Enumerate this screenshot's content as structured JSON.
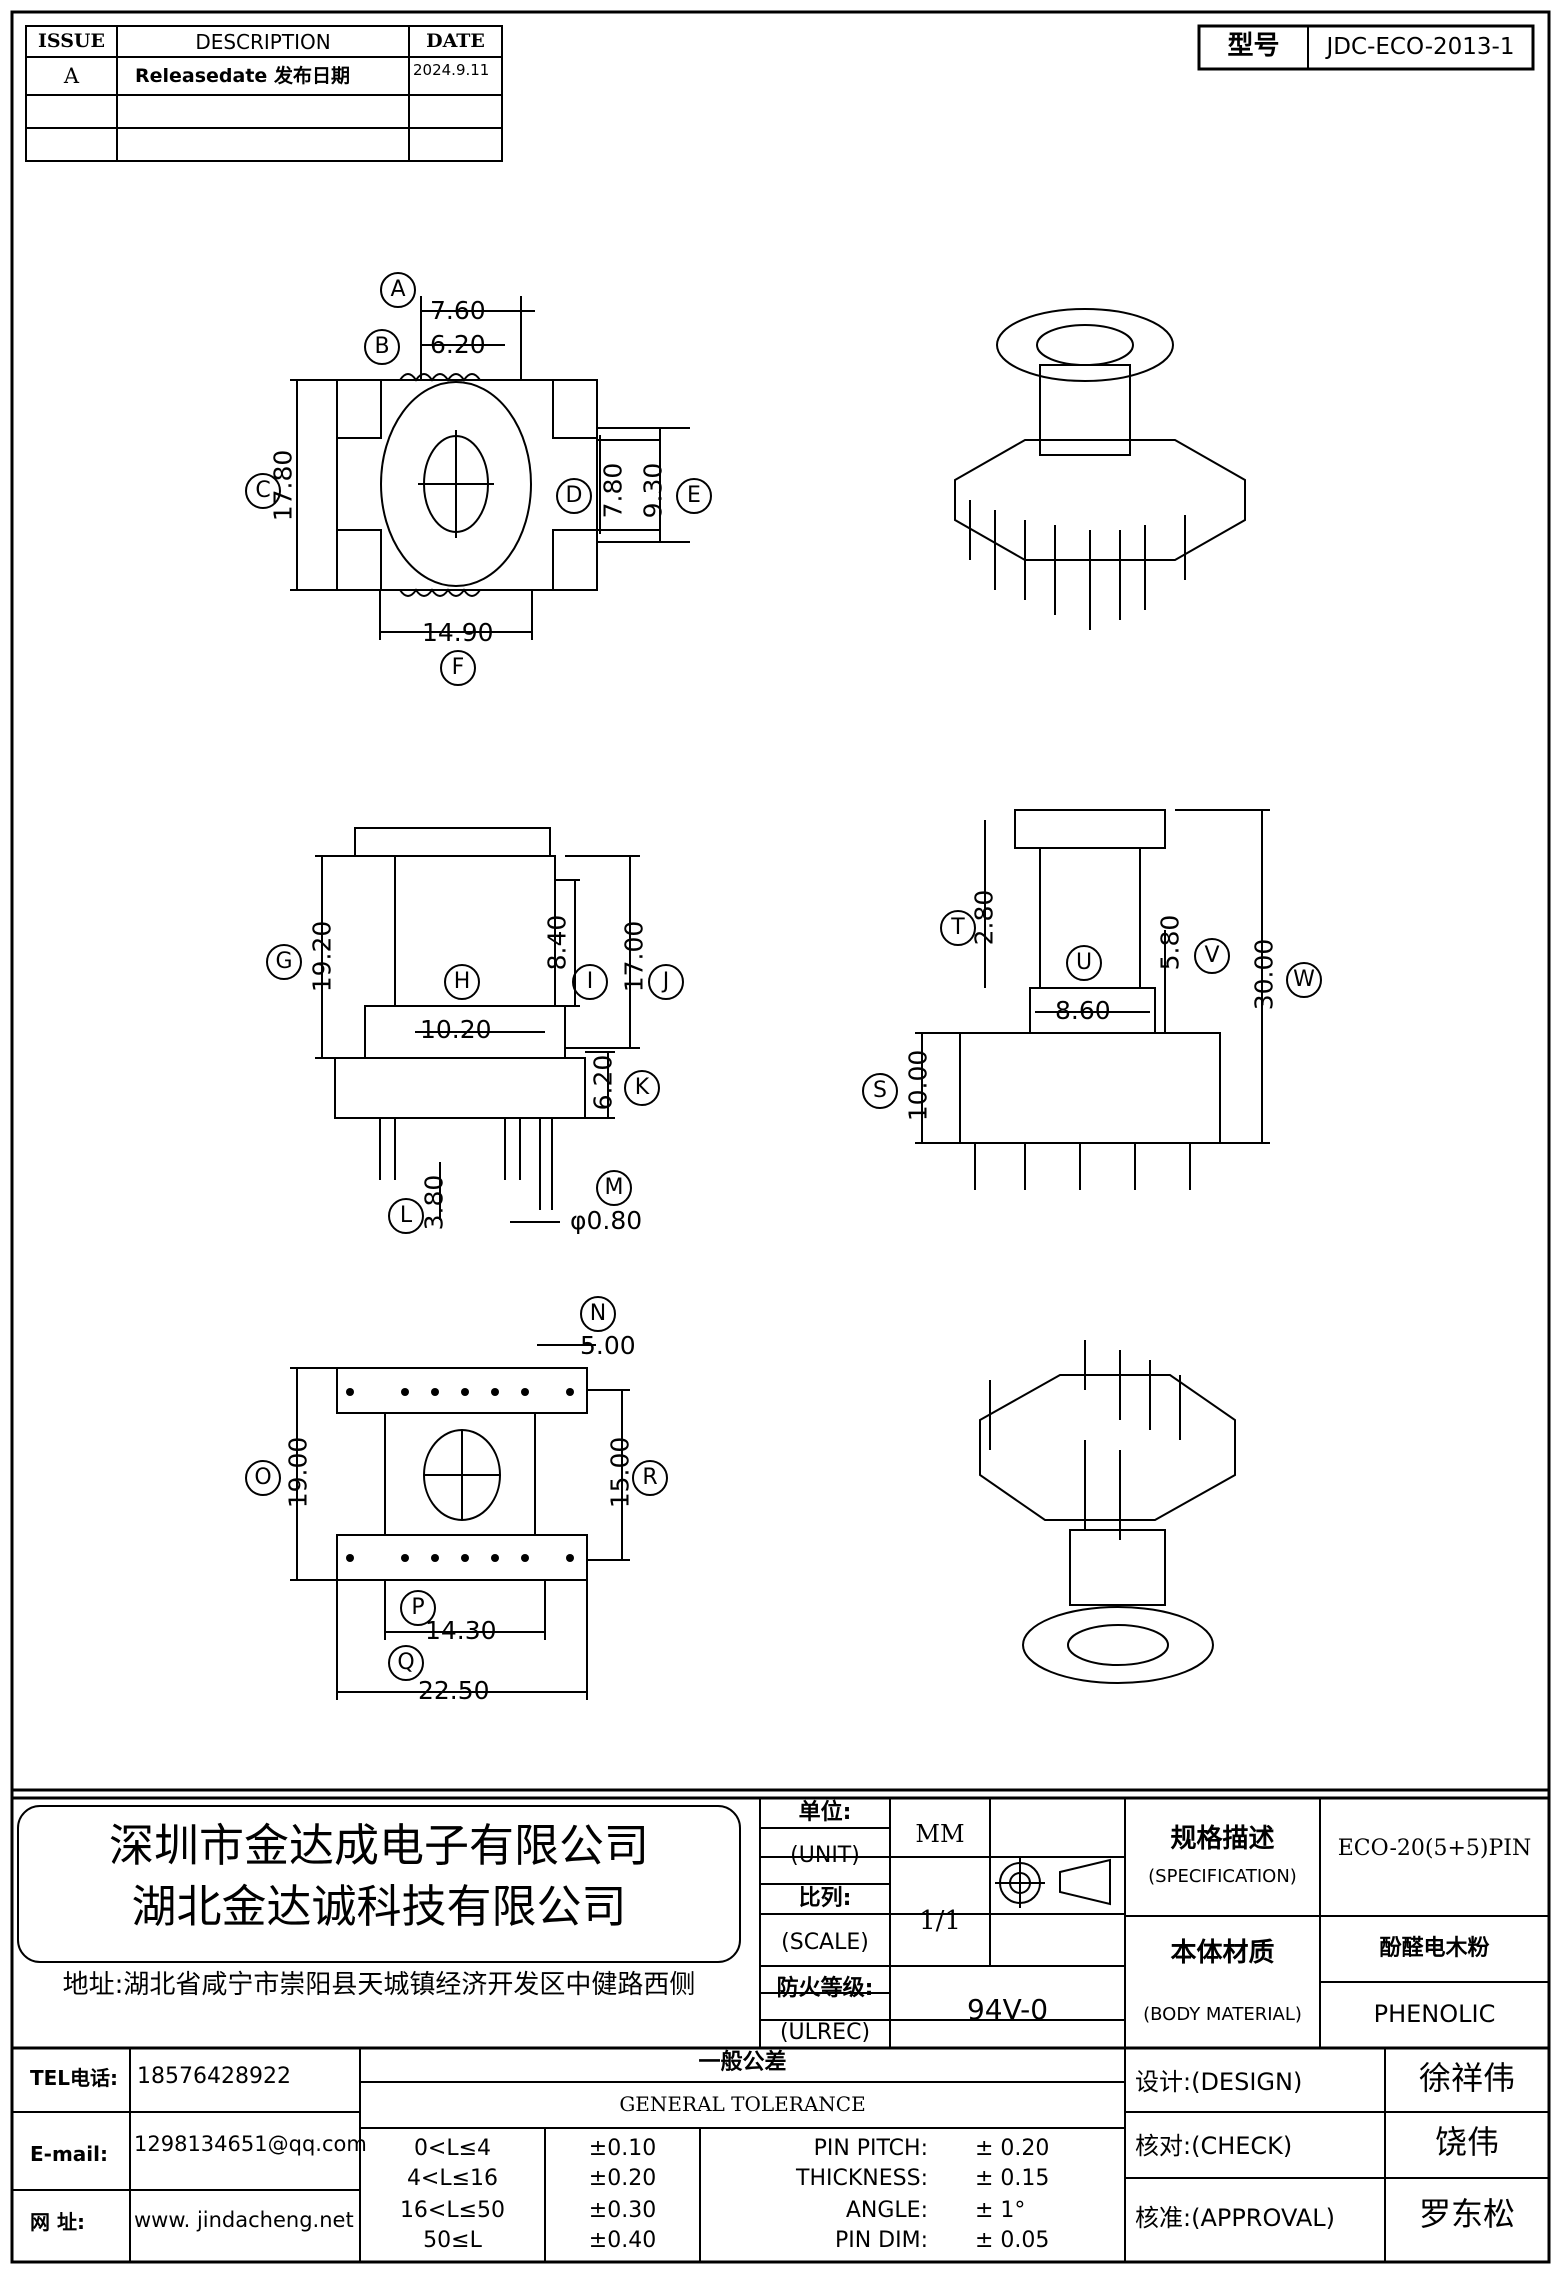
{
  "revision": {
    "headers": [
      "ISSUE",
      "DESCRIPTION",
      "DATE"
    ],
    "rows": [
      {
        "issue": "A",
        "description": "Releasedate 发布日期",
        "date": "2024.9.11"
      },
      {
        "issue": "",
        "description": "",
        "date": ""
      },
      {
        "issue": "",
        "description": "",
        "date": ""
      }
    ]
  },
  "model": {
    "label": "型号",
    "value": "JDC-ECO-2013-1"
  },
  "top_view": {
    "dims": [
      "7.60",
      "6.20",
      "17.80",
      "7.80",
      "9.30",
      "14.90"
    ],
    "labels": [
      "A",
      "B",
      "C",
      "D",
      "E",
      "F"
    ]
  },
  "front_view": {
    "dims": [
      "19.20",
      "8.40",
      "17.00",
      "10.20",
      "6.20",
      "3.80",
      "φ0.80"
    ],
    "labels": [
      "G",
      "H",
      "I",
      "J",
      "K",
      "L",
      "M"
    ]
  },
  "side_view": {
    "dims": [
      "2.80",
      "5.80",
      "30.00",
      "8.60",
      "10.00"
    ],
    "labels": [
      "T",
      "U",
      "V",
      "W",
      "S"
    ]
  },
  "bottom_view": {
    "dims": [
      "5.00",
      "19.00",
      "15.00",
      "14.30",
      "22.50"
    ],
    "labels": [
      "N",
      "O",
      "R",
      "P",
      "Q"
    ]
  },
  "company": {
    "name1": "深圳市金达成电子有限公司",
    "name2": "湖北金达诚科技有限公司",
    "address": "地址:湖北省咸宁市崇阳县天城镇经济开发区中健路西侧"
  },
  "specs": {
    "unit_cn": "单位:",
    "unit_en": "(UNIT)",
    "unit_value": "MM",
    "scale_cn": "比列:",
    "scale_en": "(SCALE)",
    "scale_value": "1/1",
    "ulrec_cn": "防火等级:",
    "ulrec_en": "(ULREC)",
    "ulrec_value": "94V-0",
    "spec_cn": "规格描述",
    "spec_en": "(SPECIFICATION)",
    "spec_value": "ECO-20(5+5)PIN",
    "material_cn": "本体材质",
    "material_en": "(BODY MATERIAL)",
    "material_value_cn": "酚醛电木粉",
    "material_value_en": "PHENOLIC"
  },
  "contact": {
    "tel_label": "TEL电话:",
    "tel": "18576428922",
    "email_label": "E-mail:",
    "email": "1298134651@qq.com",
    "web_label": "网  址:",
    "web": "www. jindacheng.net"
  },
  "tolerance": {
    "title_cn": "一般公差",
    "title_en": "GENERAL TOLERANCE",
    "ranges": [
      {
        "range": "0<L≤4",
        "tol": "±0.10"
      },
      {
        "range": "4<L≤16",
        "tol": "±0.20"
      },
      {
        "range": "16<L≤50",
        "tol": "±0.30"
      },
      {
        "range": "50≤L",
        "tol": "±0.40"
      }
    ],
    "items": [
      {
        "name": "PIN PITCH:",
        "value": "±  0.20"
      },
      {
        "name": "THICKNESS:",
        "value": "±  0.15"
      },
      {
        "name": "ANGLE:",
        "value": "±  1°"
      },
      {
        "name": "PIN DIM:",
        "value": "±  0.05"
      }
    ]
  },
  "approval": {
    "design_label": "设计:(DESIGN)",
    "design": "徐祥伟",
    "check_label": "核对:(CHECK)",
    "check": "饶伟",
    "approval_label": "核准:(APPROVAL)",
    "approval": "罗东松"
  }
}
